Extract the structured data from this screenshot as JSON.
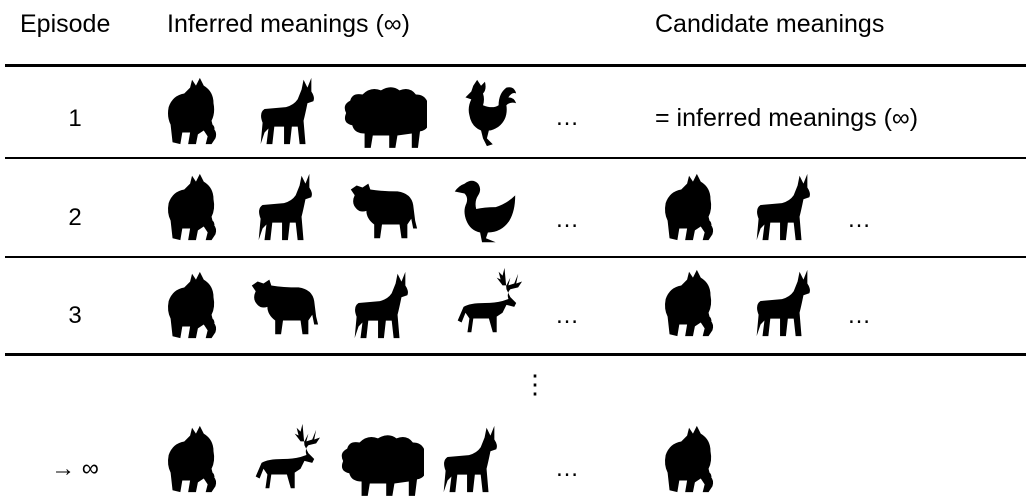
{
  "header": {
    "episode": "Episode",
    "inferred": "Inferred meanings (∞)",
    "candidate": "Candidate meanings"
  },
  "rows": [
    {
      "episode": "1",
      "inferred": [
        "horse-icon",
        "donkey-icon",
        "sheep-icon",
        "rooster-icon"
      ],
      "inferred_ellipsis": "…",
      "candidate_text": "= inferred meanings (∞)"
    },
    {
      "episode": "2",
      "inferred": [
        "horse-icon",
        "donkey-icon",
        "cow-icon",
        "duck-icon"
      ],
      "inferred_ellipsis": "…",
      "candidate": [
        "horse-icon",
        "donkey-icon"
      ],
      "candidate_ellipsis": "…"
    },
    {
      "episode": "3",
      "inferred": [
        "horse-icon",
        "cow-icon",
        "donkey-icon",
        "reindeer-icon"
      ],
      "inferred_ellipsis": "…",
      "candidate": [
        "horse-icon",
        "donkey-icon"
      ],
      "candidate_ellipsis": "…"
    },
    {
      "episode": "→ ∞",
      "inferred": [
        "horse-icon",
        "reindeer-icon",
        "sheep-icon",
        "donkey-icon"
      ],
      "inferred_ellipsis": "…",
      "candidate": [
        "horse-icon"
      ]
    }
  ],
  "vertical_ellipsis": "⋮"
}
